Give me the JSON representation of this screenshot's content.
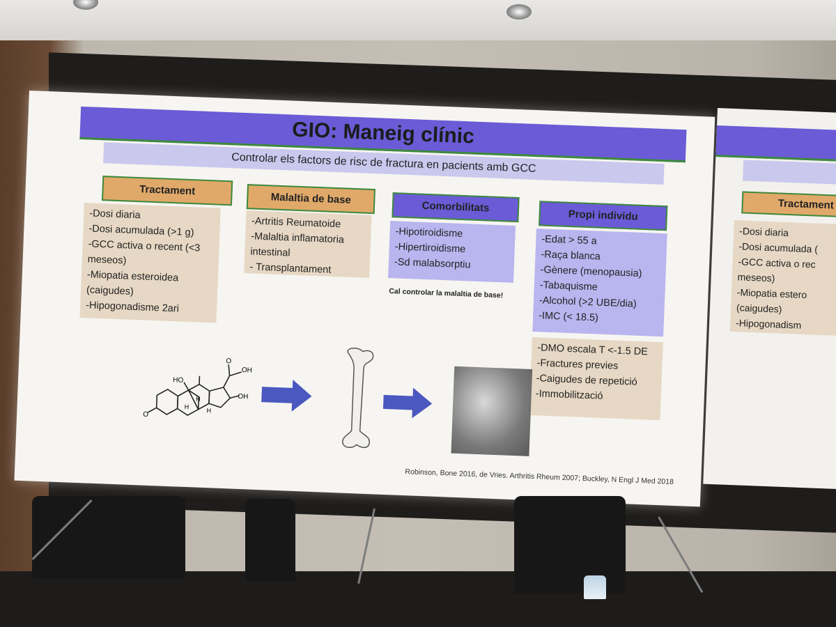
{
  "slide": {
    "title": "GIO: Maneig clínic",
    "subtitle": "Controlar els factors de risc de fractura en pacients amb GCC",
    "columns": [
      {
        "heading": "Tractament",
        "items": [
          "-Dosi diaria",
          "-Dosi acumulada (>1 g)",
          "-GCC activa o recent (<3 meseos)",
          "-Miopatia esteroidea (caigudes)",
          "-Hipogonadisme 2ari"
        ]
      },
      {
        "heading": "Malaltia de base",
        "items": [
          "-Artritis Reumatoide",
          "-Malaltia inflamatoria intestinal",
          "- Transplantament"
        ]
      },
      {
        "heading": "Comorbilitats",
        "items": [
          "-Hipotiroidisme",
          "-Hipertiroidisme",
          "-Sd malabsorptiu"
        ]
      },
      {
        "heading": "Propi individu",
        "items": [
          "-Edat > 55 a",
          "-Raça blanca",
          "-Gènere (menopausia)",
          "-Tabaquisme",
          "-Alcohol (>2 UBE/dia)",
          "-IMC (< 18.5)"
        ],
        "items_secondary": [
          "-DMO escala T <-1.5 DE",
          "-Fractures previes",
          "-Caigudes de repetició",
          "-Immobilització"
        ]
      }
    ],
    "note": "Cal controlar la malaltia de base!",
    "citation": "Robinson, Bone 2016, de Vries. Arthritis Rheum 2007; Buckley, N Engl J Med 2018",
    "molecule_labels": {
      "oh1": "OH",
      "o1": "O",
      "ho": "HO",
      "oh2": "OH",
      "h1": "H",
      "h2": "H",
      "h3": "H",
      "o2": "O"
    }
  },
  "right_slide": {
    "heading": "Tractament",
    "items": [
      "-Dosi diaria",
      "-Dosi acumulada (",
      "-GCC activa o rec",
      "meseos)",
      "-Miopatia estero",
      "(caigudes)",
      "-Hipogonadism"
    ]
  },
  "colors": {
    "title_bar": "#6b5bd6",
    "subtitle_bar": "#cbc8ee",
    "orange_head": "#e0a96a",
    "tan_box": "#e6d8c4",
    "lavender_box": "#b9b5ef",
    "arrow": "#4a58c0"
  }
}
